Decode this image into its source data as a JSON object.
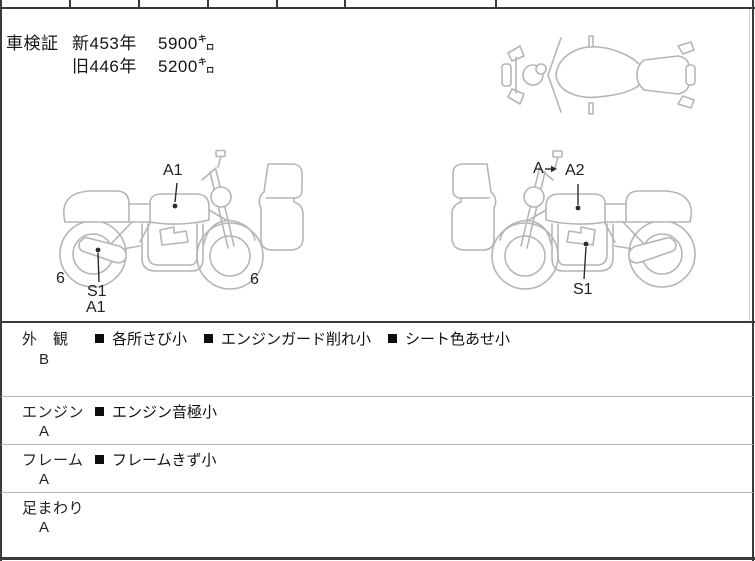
{
  "colors": {
    "border_dark": "#3a3a3a",
    "rule_light": "#b5b5b5",
    "drawing_stroke": "#b5b5b5",
    "text": "#1a1a1a",
    "bullet": "#0d0d0d"
  },
  "inspection": {
    "title": "車検証",
    "new_reg": "新453年",
    "new_km": "5900㌔",
    "old_reg": "旧446年",
    "old_km": "5200㌔"
  },
  "annotations": {
    "left_a1": "A1",
    "left_s1": "S1",
    "left_a1b": "A1",
    "left_6a": "6",
    "left_6b": "6",
    "right_a": "A",
    "right_a2": "A2",
    "right_s1": "S1"
  },
  "sections": [
    {
      "name": "外　観",
      "grade": "B",
      "items": [
        "各所さび小",
        "エンジンガード削れ小",
        "シート色あせ小"
      ]
    },
    {
      "name": "エンジン",
      "grade": "A",
      "items": [
        "エンジン音極小"
      ]
    },
    {
      "name": "フレーム",
      "grade": "A",
      "items": [
        "フレームきず小"
      ]
    },
    {
      "name": "足まわり",
      "grade": "A",
      "items": []
    }
  ]
}
